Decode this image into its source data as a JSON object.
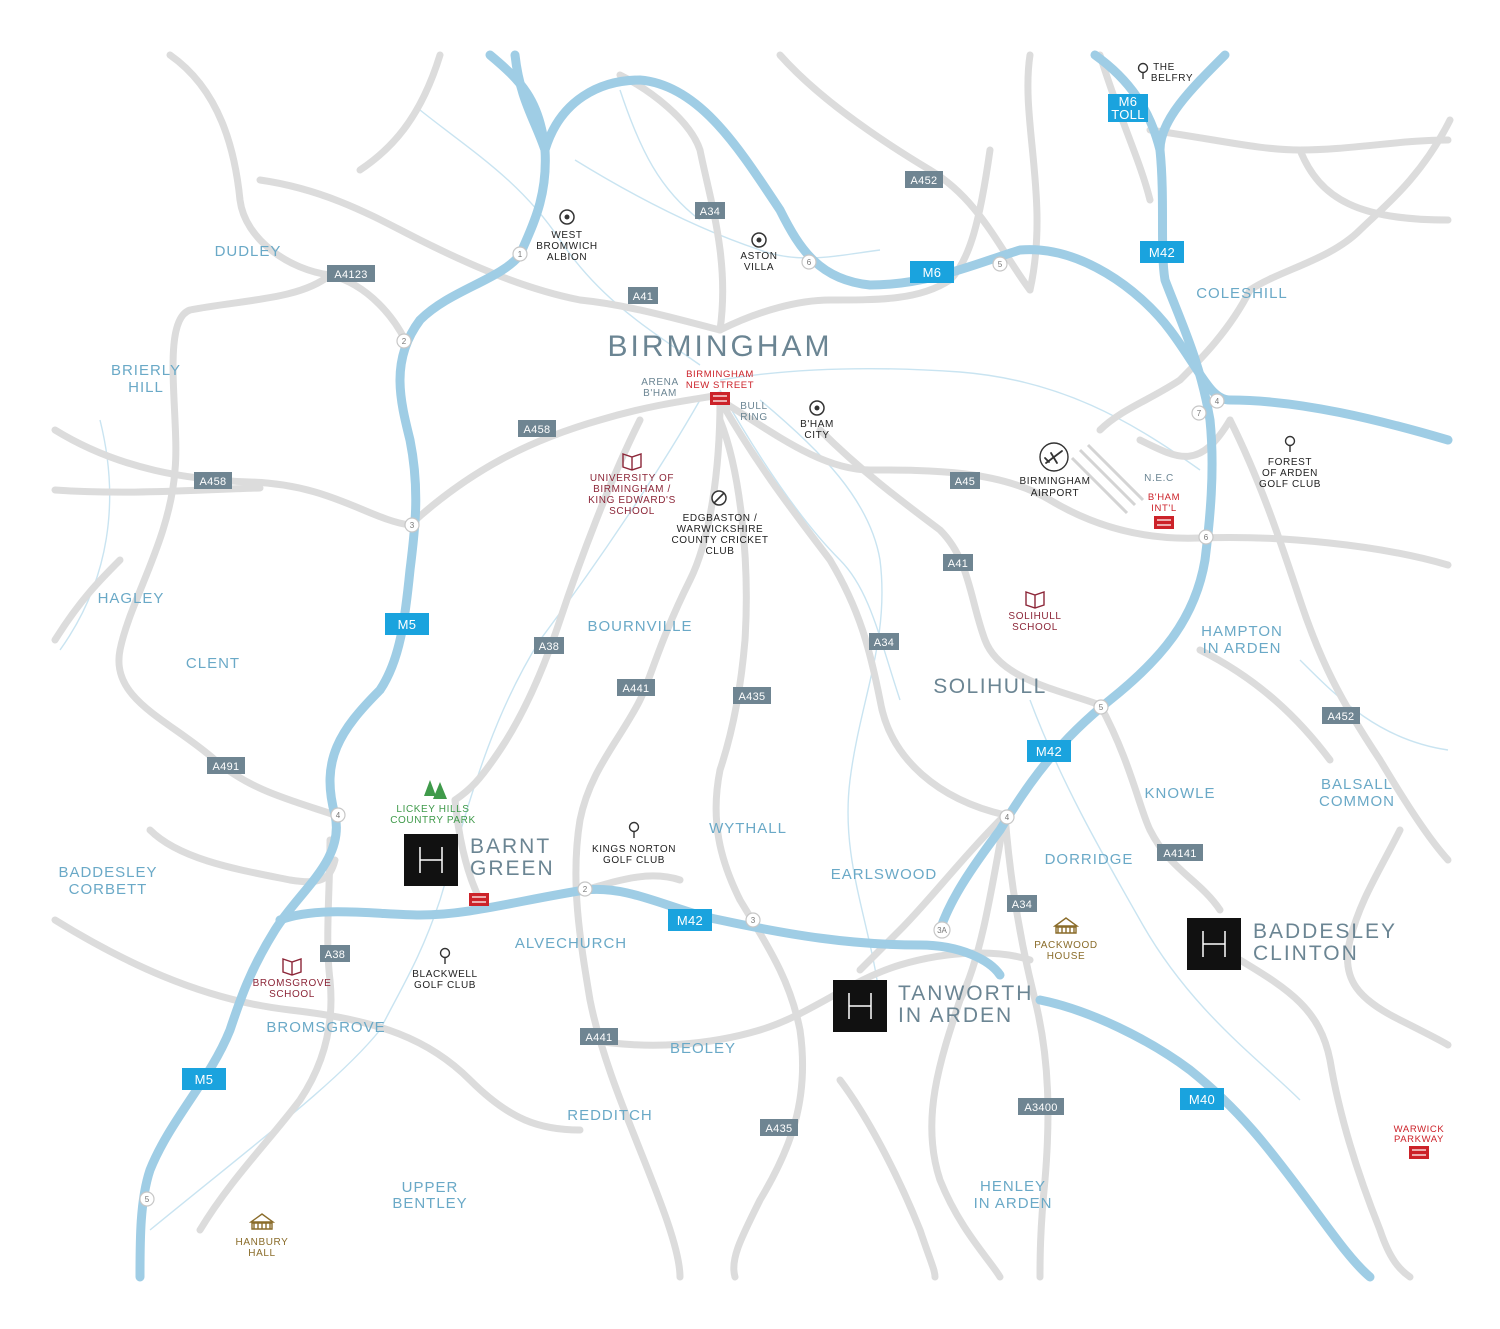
{
  "title": "BIRMINGHAM",
  "solihull": "SOLIHULL",
  "towns": {
    "dudley": "DUDLEY",
    "brierly_1": "BRIERLY",
    "brierly_2": "HILL",
    "hagley": "HAGLEY",
    "clent": "CLENT",
    "baddesley_corbett_1": "BADDESLEY",
    "baddesley_corbett_2": "CORBETT",
    "bromsgrove": "BROMSGROVE",
    "upper_bentley_1": "UPPER",
    "upper_bentley_2": "BENTLEY",
    "redditch": "REDDITCH",
    "beoley": "BEOLEY",
    "alvechurch": "ALVECHURCH",
    "bournville": "BOURNVILLE",
    "wythall": "WYTHALL",
    "earlswood": "EARLSWOOD",
    "dorridge": "DORRIDGE",
    "knowle": "KNOWLE",
    "hampton_1": "HAMPTON",
    "hampton_2": "IN ARDEN",
    "coleshill": "COLESHILL",
    "balsall_1": "BALSALL",
    "balsall_2": "COMMON",
    "henley_1": "HENLEY",
    "henley_2": "IN ARDEN"
  },
  "poi": {
    "west_bromwich_1": "WEST",
    "west_bromwich_2": "BROMWICH",
    "west_bromwich_3": "ALBION",
    "aston_villa_1": "ASTON",
    "aston_villa_2": "VILLA",
    "arena_1": "ARENA",
    "arena_2": "B'HAM",
    "new_street_1": "BIRMINGHAM",
    "new_street_2": "NEW STREET",
    "bull_ring_1": "BULL",
    "bull_ring_2": "RING",
    "bham_city_1": "B'HAM",
    "bham_city_2": "CITY",
    "uob_1": "UNIVERSITY OF",
    "uob_2": "BIRMINGHAM /",
    "uob_3": "KING EDWARD'S",
    "uob_4": "SCHOOL",
    "edgbaston_1": "EDGBASTON /",
    "edgbaston_2": "WARWICKSHIRE",
    "edgbaston_3": "COUNTY CRICKET",
    "edgbaston_4": "CLUB",
    "airport_1": "BIRMINGHAM",
    "airport_2": "AIRPORT",
    "nec": "N.E.C",
    "bham_intl_1": "B'HAM",
    "bham_intl_2": "INT'L",
    "forest_arden_1": "FOREST",
    "forest_arden_2": "OF ARDEN",
    "forest_arden_3": "GOLF CLUB",
    "belfry_1": "THE",
    "belfry_2": "BELFRY",
    "solihull_school_1": "SOLIHULL",
    "solihull_school_2": "SCHOOL",
    "lickey_1": "LICKEY HILLS",
    "lickey_2": "COUNTRY PARK",
    "kings_norton_1": "KINGS NORTON",
    "kings_norton_2": "GOLF CLUB",
    "blackwell_1": "BLACKWELL",
    "blackwell_2": "GOLF CLUB",
    "bromsgrove_school_1": "BROMSGROVE",
    "bromsgrove_school_2": "SCHOOL",
    "packwood_1": "PACKWOOD",
    "packwood_2": "HOUSE",
    "hanbury_1": "HANBURY",
    "hanbury_2": "HALL",
    "warwick_1": "WARWICK",
    "warwick_2": "PARKWAY"
  },
  "developments": {
    "barnt_1": "BARNT",
    "barnt_2": "GREEN",
    "tanworth_1": "TANWORTH",
    "tanworth_2": "IN ARDEN",
    "baddesley_1": "BADDESLEY",
    "baddesley_2": "CLINTON"
  },
  "aroads": {
    "a452_n": "A452",
    "a34_n": "A34",
    "a4123": "A4123",
    "a41_n": "A41",
    "a458_e": "A458",
    "a458_w": "A458",
    "a45": "A45",
    "a41_s": "A41",
    "a38_n": "A38",
    "a34_s": "A34",
    "a441_n": "A441",
    "a435_n": "A435",
    "a452_s": "A452",
    "a491": "A491",
    "a4141": "A4141",
    "a34_far": "A34",
    "a38_s": "A38",
    "a441_s": "A441",
    "a3400": "A3400",
    "a435_s": "A435"
  },
  "motorways": {
    "m6_toll_1": "M6",
    "m6_toll_2": "TOLL",
    "m42_n": "M42",
    "m6": "M6",
    "m5_n": "M5",
    "m42_e": "M42",
    "m42_s": "M42",
    "m40": "M40",
    "m5_s": "M5"
  },
  "junctions": {
    "m5_j1": "1",
    "m5_j2": "2",
    "m5_j3": "3",
    "m5_j4": "4",
    "m5_j5": "5",
    "m6_j6": "6",
    "m6_j5": "5",
    "m42_j7": "7",
    "m42_j4": "4",
    "m42_j6": "6",
    "m42_j5": "5",
    "m42_j4b": "4",
    "m42_j3a": "3A",
    "m42_j3": "3",
    "m42_j2": "2"
  },
  "colors": {
    "motorway_line": "#9fcde5",
    "motorway_label": "#1aa3de",
    "a_road_line": "#dcdcdc",
    "a_road_label": "#6f8592",
    "rail_line": "#c9e4f1",
    "town_text": "#6aa9c7",
    "development_marker": "#111111"
  }
}
